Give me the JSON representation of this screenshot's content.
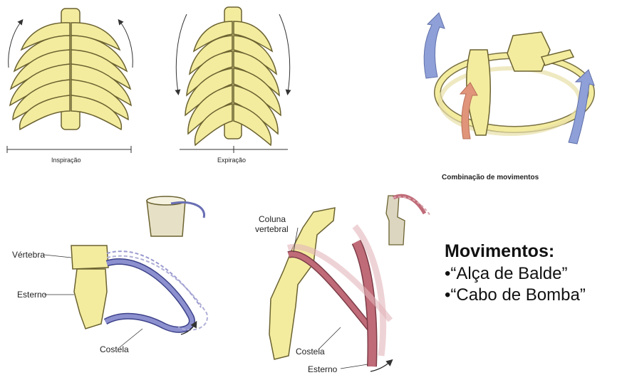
{
  "labels": {
    "inspiracao": "Inspiração",
    "expiracao": "Expiração",
    "combinacao": "Combinação de movimentos",
    "vertebra": "Vértebra",
    "esterno_left": "Esterno",
    "costela_left": "Costela",
    "coluna_line1": "Coluna",
    "coluna_line2": "vertebral",
    "costela_right": "Costela",
    "esterno_right": "Esterno"
  },
  "movements": {
    "title": "Movimentos:",
    "items": [
      "•“Alça de Balde”",
      "•“Cabo de Bomba”"
    ]
  },
  "colors": {
    "bone": "#f3ec9f",
    "bone_outline": "#6b6230",
    "blue_rib": "#8c90cf",
    "red_rib": "#c06b78",
    "arrow_blue": "#8fa0d8",
    "arrow_red": "#e0957a"
  }
}
